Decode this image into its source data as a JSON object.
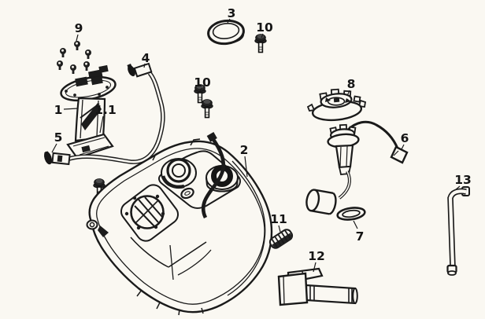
{
  "diagram": {
    "background_color": "#faf8f2",
    "line_color": "#1a1a1a",
    "callouts": [
      {
        "text": "1"
      },
      {
        "text": "1.1"
      },
      {
        "text": "2"
      },
      {
        "text": "3"
      },
      {
        "text": "4"
      },
      {
        "text": "5"
      },
      {
        "text": "6"
      },
      {
        "text": "7"
      },
      {
        "text": "8"
      },
      {
        "text": "9"
      },
      {
        "text": "10"
      },
      {
        "text": "10"
      },
      {
        "text": "11"
      },
      {
        "text": "12"
      },
      {
        "text": "13"
      }
    ]
  }
}
